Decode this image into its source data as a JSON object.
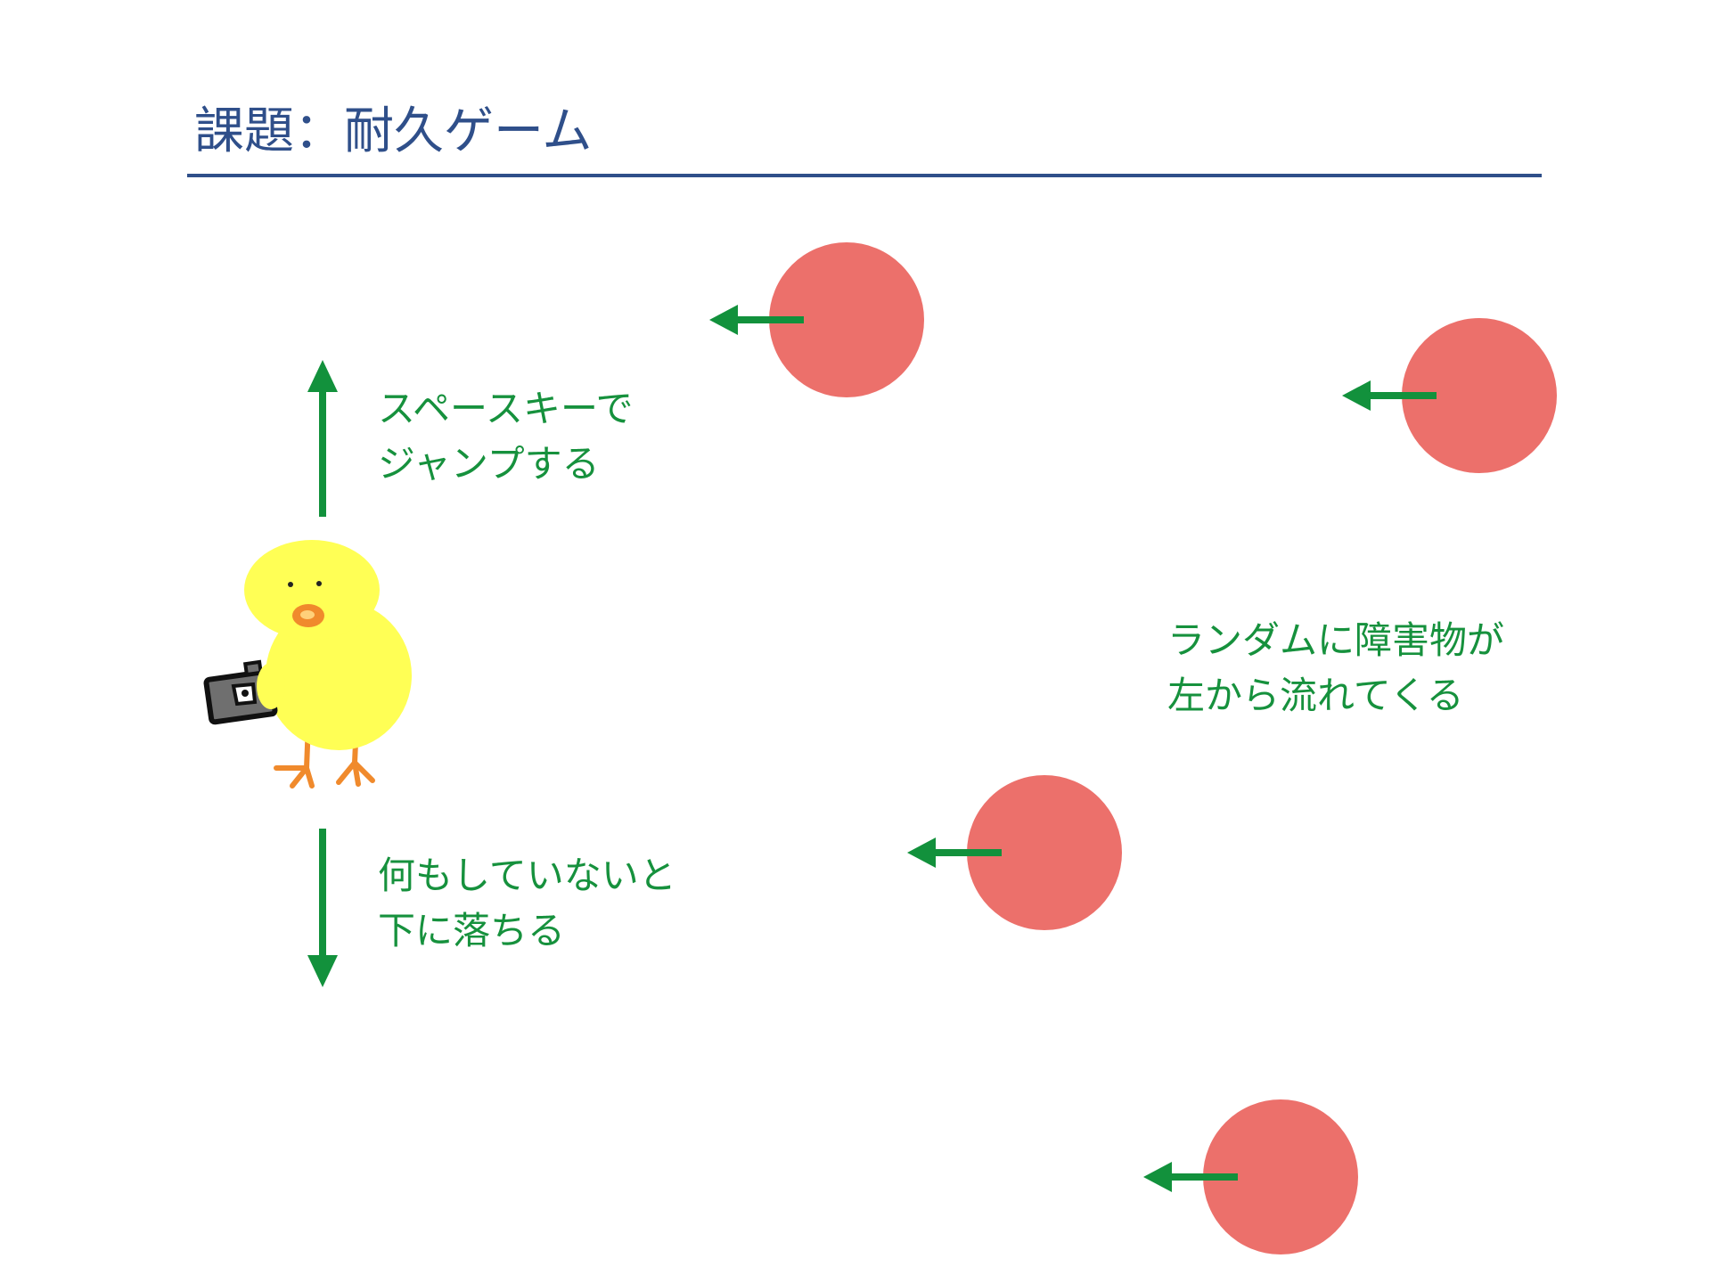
{
  "title": "課題：耐久ゲーム",
  "notes": {
    "jump": [
      "スペースキーで",
      "ジャンプする"
    ],
    "fall": [
      "何もしていないと",
      "下に落ちる"
    ],
    "obstacles": [
      "ランダムに障害物が",
      "左から流れてくる"
    ]
  },
  "colors": {
    "title": "#2f4f8a",
    "arrow": "#12913c",
    "obstacle": "#ec706b",
    "chick_body": "#ffff55",
    "chick_feet": "#f08a2c",
    "camera": "#6f6f6f"
  },
  "icons": {
    "player": "chick-with-camera-icon",
    "obstacle": "red-circle",
    "direction_up": "arrow-up-icon",
    "direction_down": "arrow-down-icon",
    "direction_left": "arrow-left-icon"
  }
}
